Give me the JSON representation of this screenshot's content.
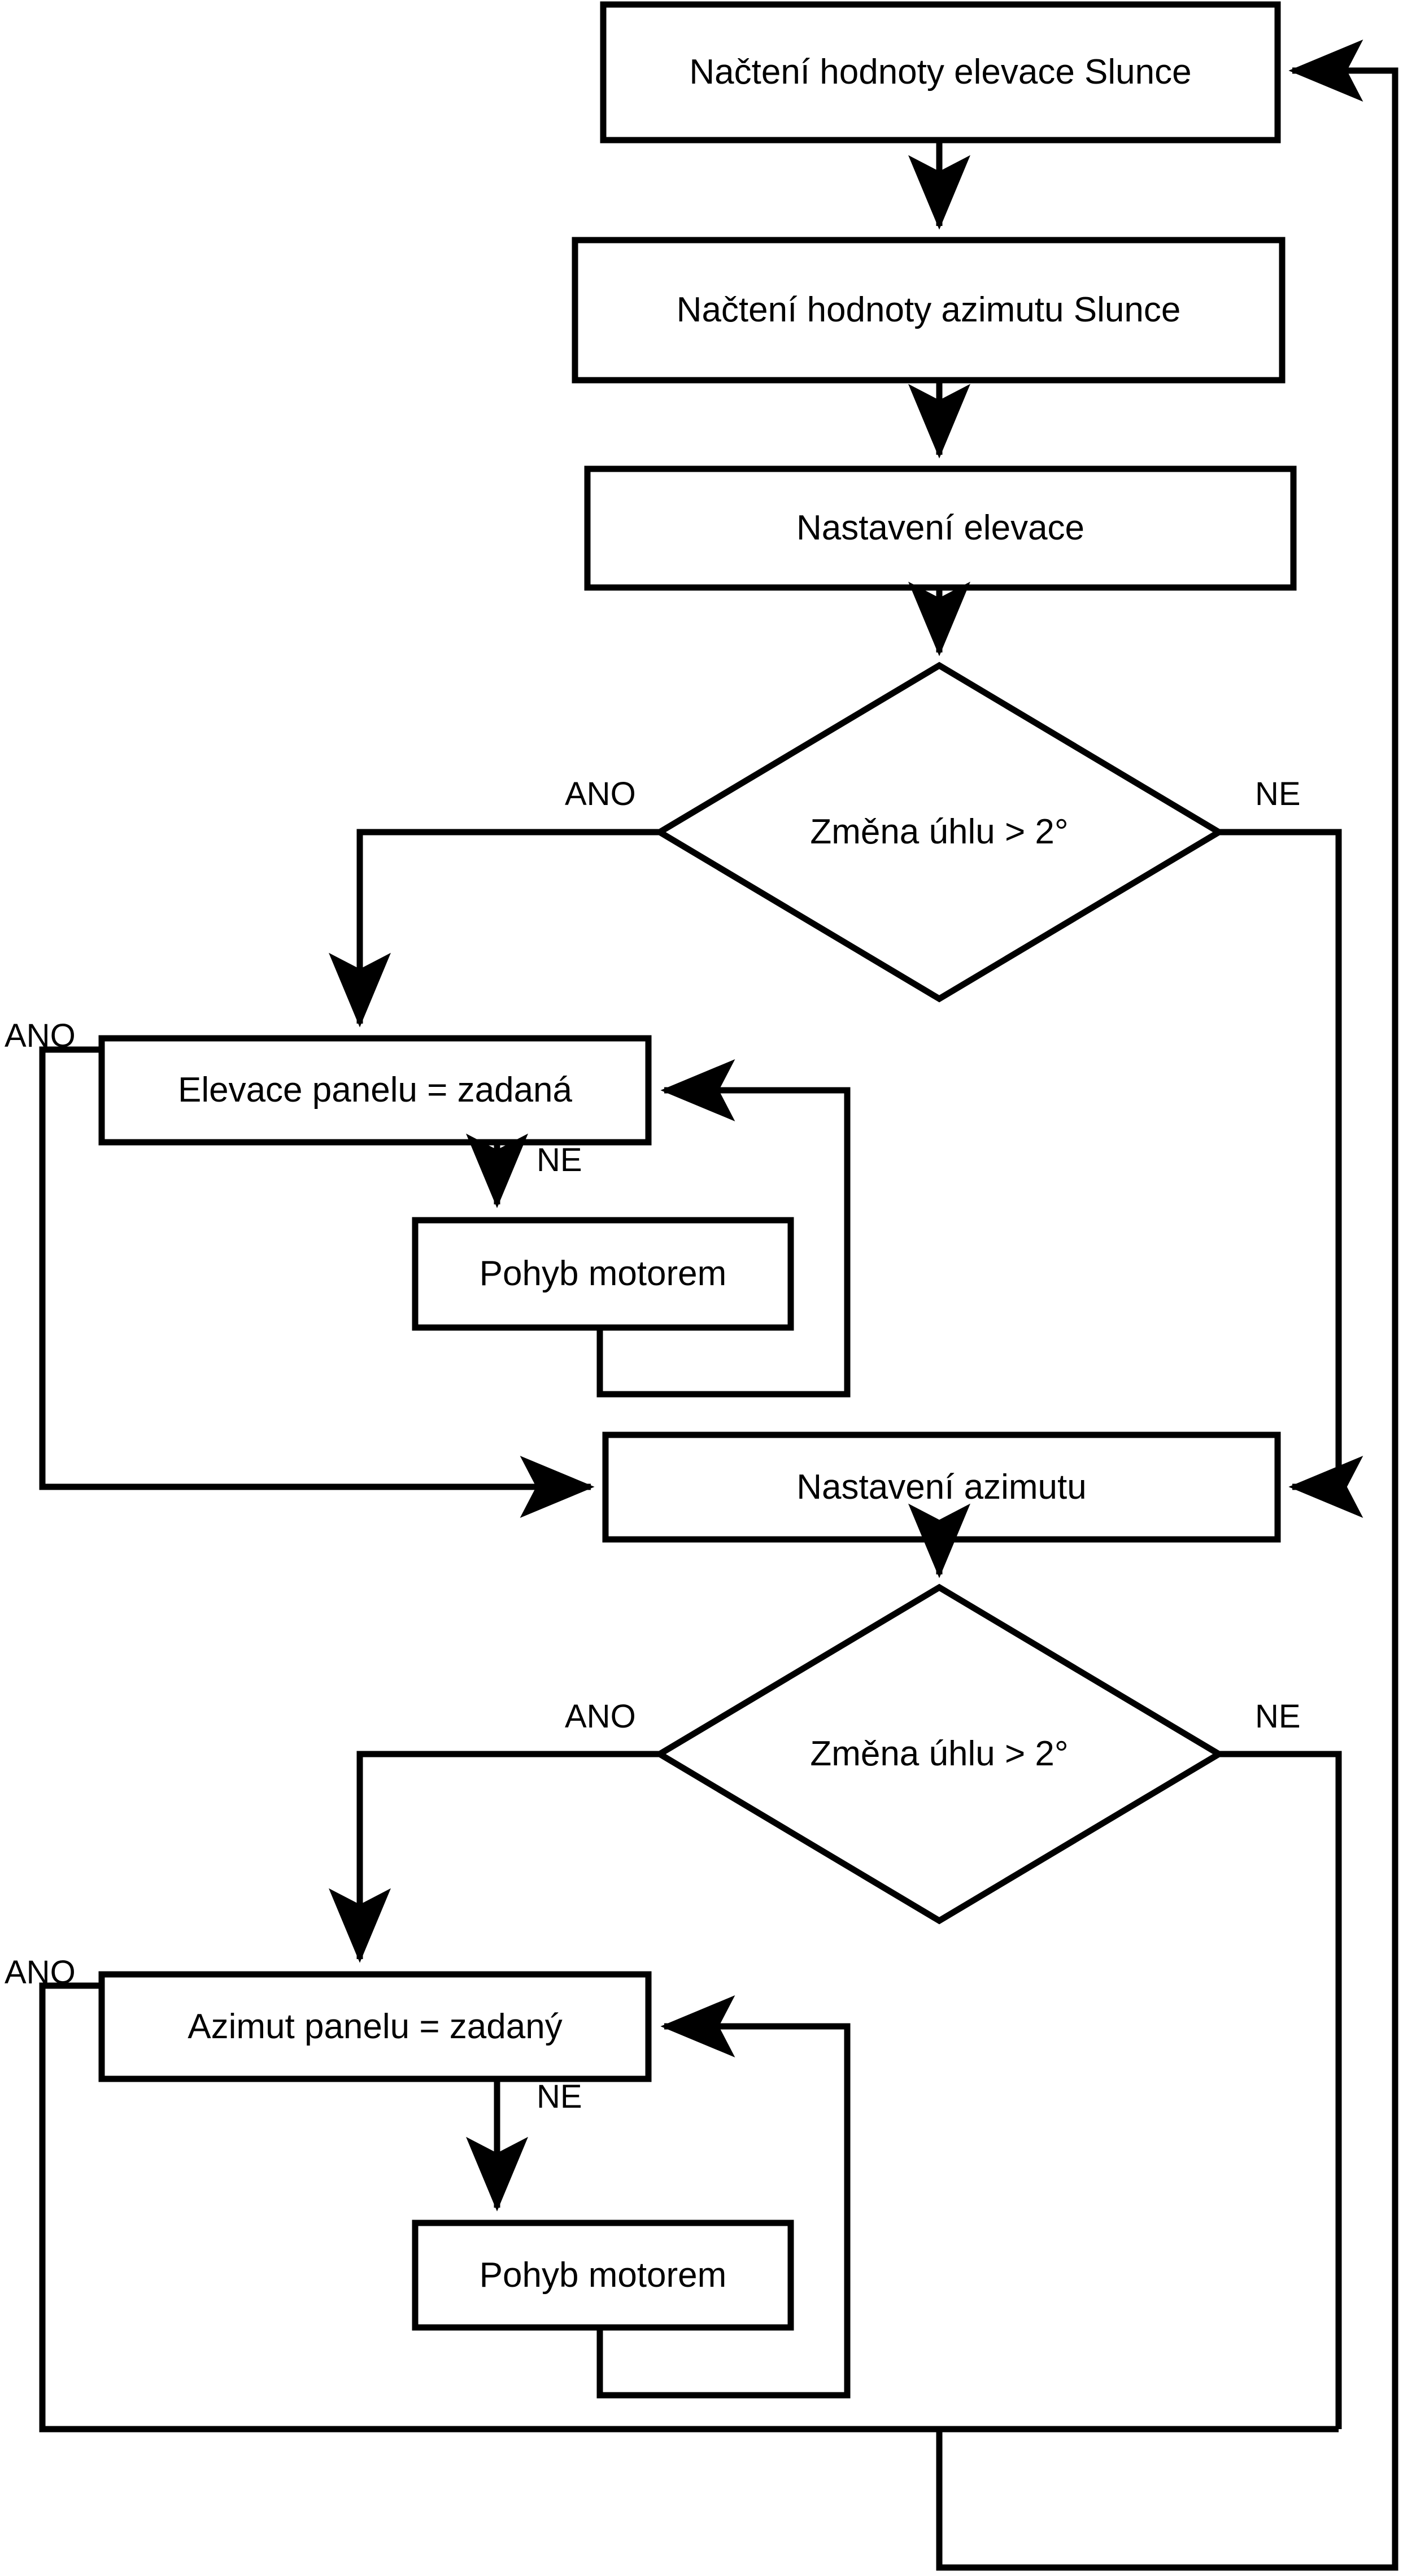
{
  "diagram": {
    "kind": "flowchart",
    "language": "cs",
    "title": "",
    "stroke_color": "#000000",
    "fill_color": "#ffffff",
    "background": "#ffffff"
  },
  "nodes": {
    "read_elevation": {
      "label": "Načtení hodnoty elevace Slunce",
      "shape": "process"
    },
    "read_azimuth": {
      "label": "Načtení hodnoty azimutu Slunce",
      "shape": "process"
    },
    "set_elevation": {
      "label": "Nastavení elevace",
      "shape": "process"
    },
    "decide_elevation": {
      "label": "Změna úhlu > 2°",
      "shape": "decision"
    },
    "panel_elevation_ok": {
      "label": "Elevace panelu = zadaná",
      "shape": "process"
    },
    "motor_move_elevation": {
      "label": "Pohyb motorem",
      "shape": "process"
    },
    "set_azimuth": {
      "label": "Nastavení azimutu",
      "shape": "process"
    },
    "decide_azimuth": {
      "label": "Změna úhlu > 2°",
      "shape": "decision"
    },
    "panel_azimuth_ok": {
      "label": "Azimut panelu = zadaný",
      "shape": "process"
    },
    "motor_move_azimuth": {
      "label": "Pohyb motorem",
      "shape": "process"
    }
  },
  "edge_labels": {
    "decide_elevation_yes": "ANO",
    "decide_elevation_no": "NE",
    "panel_elevation_yes": "ANO",
    "panel_elevation_no": "NE",
    "decide_azimuth_yes": "ANO",
    "decide_azimuth_no": "NE",
    "panel_azimuth_yes": "ANO",
    "panel_azimuth_no": "NE"
  }
}
